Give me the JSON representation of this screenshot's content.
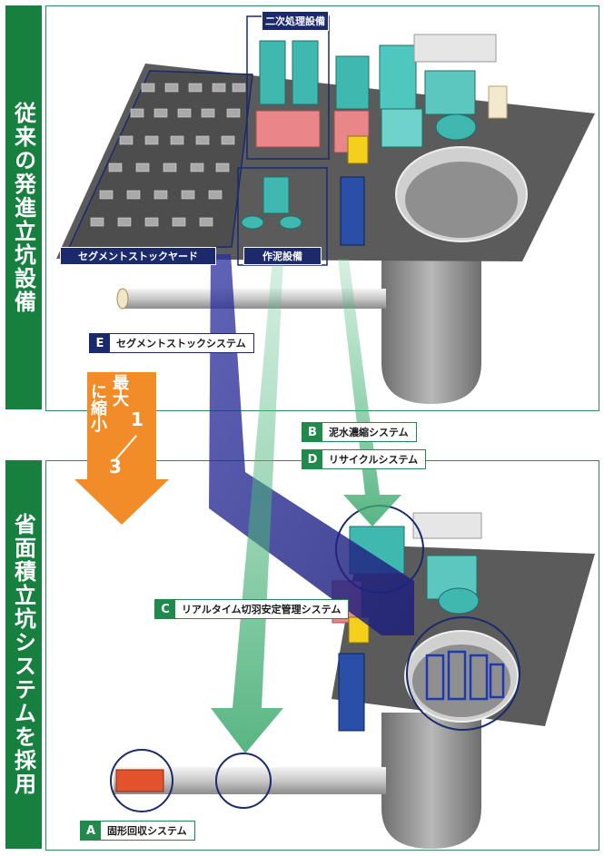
{
  "side_labels": {
    "top": "従来の発進立坑設備",
    "bottom": "省面積立坑システムを採用"
  },
  "area_tags": {
    "secondary": "二次処理設備",
    "segment_yard": "セグメントストックヤード",
    "mud": "作泥設備"
  },
  "systems": {
    "a": {
      "letter": "A",
      "text": "固形回収システム"
    },
    "b": {
      "letter": "B",
      "text": "泥水濃縮システム"
    },
    "c": {
      "letter": "C",
      "text": "リアルタイム切羽安定管理システム"
    },
    "d": {
      "letter": "D",
      "text": "リサイクルシステム"
    },
    "e": {
      "letter": "E",
      "text": "セグメントストックシステム"
    }
  },
  "reduction": {
    "line1": "最大",
    "line2": "に縮小",
    "fraction_num": "1",
    "fraction_den": "3"
  },
  "colors": {
    "green_band": "#17803f",
    "navy": "#1a2a6c",
    "orange": "#f28c28",
    "ground": "#5b5b5b",
    "teal": "#3fb8b0",
    "pink": "#e9868a"
  }
}
